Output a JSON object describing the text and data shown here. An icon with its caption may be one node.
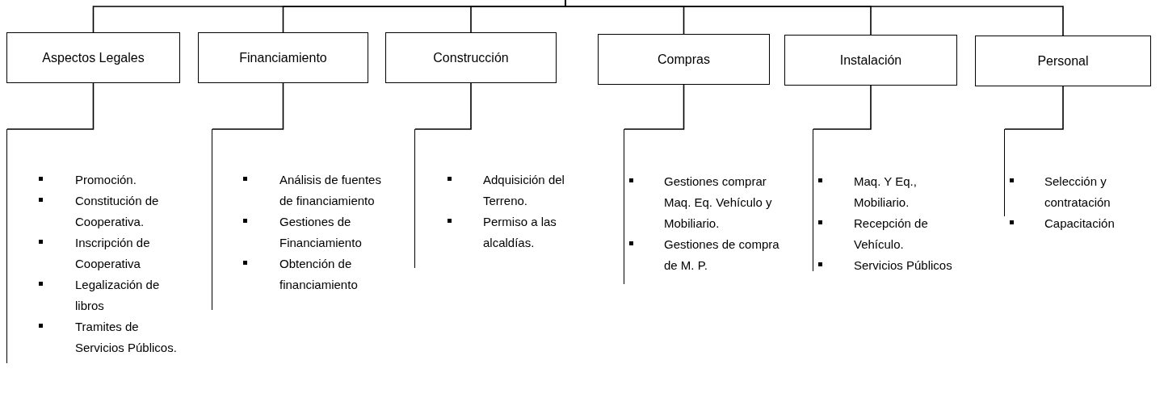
{
  "diagram": {
    "nodes": [
      {
        "text": [
          "Aspectos Legales"
        ]
      },
      {
        "text": [
          "Financiamiento"
        ]
      },
      {
        "text": [
          "Construcción"
        ]
      },
      {
        "text": [
          "Compras"
        ]
      },
      {
        "text": [
          "Instalación"
        ]
      },
      {
        "text": [
          "Personal"
        ]
      },
      {
        "text": [
          "Promoción.",
          "Constitución de Cooperativa.",
          "Inscripción de Cooperativa",
          "Legalización de libros",
          "Tramites de Servicios Públicos."
        ]
      },
      {
        "text": [
          "Análisis de fuentes de financiamiento",
          "Gestiones de Financiamiento",
          "Obtención de financiamiento"
        ]
      },
      {
        "text": [
          "Adquisición del Terreno.",
          "Permiso a las alcaldías."
        ]
      },
      {
        "text": [
          "Gestiones comprar Maq. Eq. Vehículo y Mobiliario.",
          "Gestiones de compra de M. P."
        ]
      },
      {
        "text": [
          "Maq. Y Eq., Mobiliario.",
          "Recepción de Vehículo.",
          "Servicios Públicos"
        ]
      },
      {
        "text": [
          "Selección y contratación",
          "Capacitación"
        ]
      }
    ],
    "edges": [
      {
        "from": null,
        "to": 0,
        "arrow": "none"
      },
      {
        "from": null,
        "to": 1,
        "arrow": "none"
      },
      {
        "from": null,
        "to": 2,
        "arrow": "none"
      },
      {
        "from": null,
        "to": 3,
        "arrow": "none"
      },
      {
        "from": null,
        "to": 4,
        "arrow": "none"
      },
      {
        "from": null,
        "to": 5,
        "arrow": "none"
      },
      {
        "from": 0,
        "to": 6,
        "arrow": "none"
      },
      {
        "from": 1,
        "to": 7,
        "arrow": "none"
      },
      {
        "from": 2,
        "to": 8,
        "arrow": "none"
      },
      {
        "from": 3,
        "to": 9,
        "arrow": "none"
      },
      {
        "from": 4,
        "to": 10,
        "arrow": "none"
      },
      {
        "from": 5,
        "to": 11,
        "arrow": "none"
      }
    ]
  }
}
